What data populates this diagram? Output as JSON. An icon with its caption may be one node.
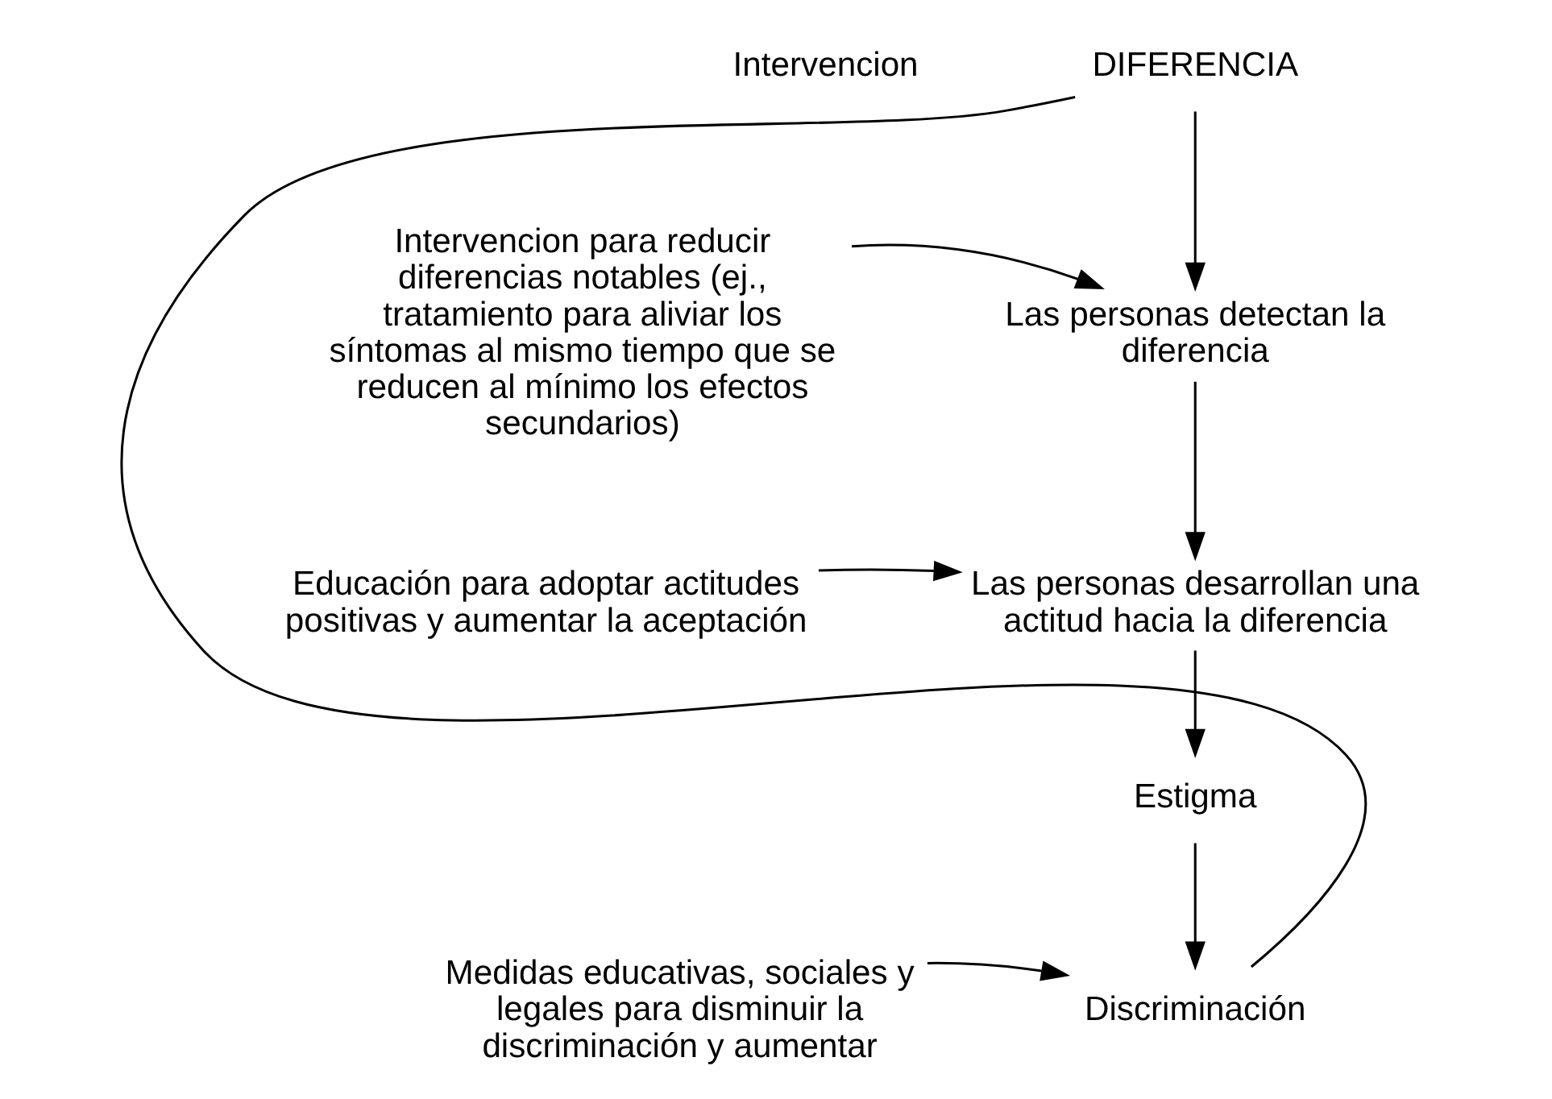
{
  "diagram": {
    "nodes": [
      {
        "text": [
          "DIFERENCIA"
        ]
      },
      {
        "text": [
          "Las personas detectan la diferencia"
        ]
      },
      {
        "text": [
          "Intervencion para reducir diferencias notables (ej., tratamiento para aliviar los síntomas al mismo tiempo que se reducen al mínimo los efectos secundarios)"
        ]
      },
      {
        "text": [
          "Las personas desarrollan una actitud hacia la diferencia"
        ]
      },
      {
        "text": [
          "Educación para adoptar actitudes positivas y aumentar la aceptación"
        ]
      },
      {
        "text": [
          "Estigma"
        ]
      },
      {
        "text": [
          "Discriminación"
        ]
      },
      {
        "text": [
          "Medidas educativas, sociales y legales para disminuir la discriminación y aumentar"
        ]
      }
    ],
    "edges": [
      {
        "from": 0,
        "to": 1,
        "arrow": "to"
      },
      {
        "from": 2,
        "to": 1,
        "arrow": "to"
      },
      {
        "from": 1,
        "to": 3,
        "arrow": "to"
      },
      {
        "from": 4,
        "to": 3,
        "arrow": "to"
      },
      {
        "from": 3,
        "to": 5,
        "arrow": "to"
      },
      {
        "from": 5,
        "to": 6,
        "arrow": "to"
      },
      {
        "from": 7,
        "to": 6,
        "arrow": "to"
      },
      {
        "from": 6,
        "to": 0,
        "arrow": "none"
      }
    ],
    "labels": [
      "Intervencion"
    ]
  }
}
